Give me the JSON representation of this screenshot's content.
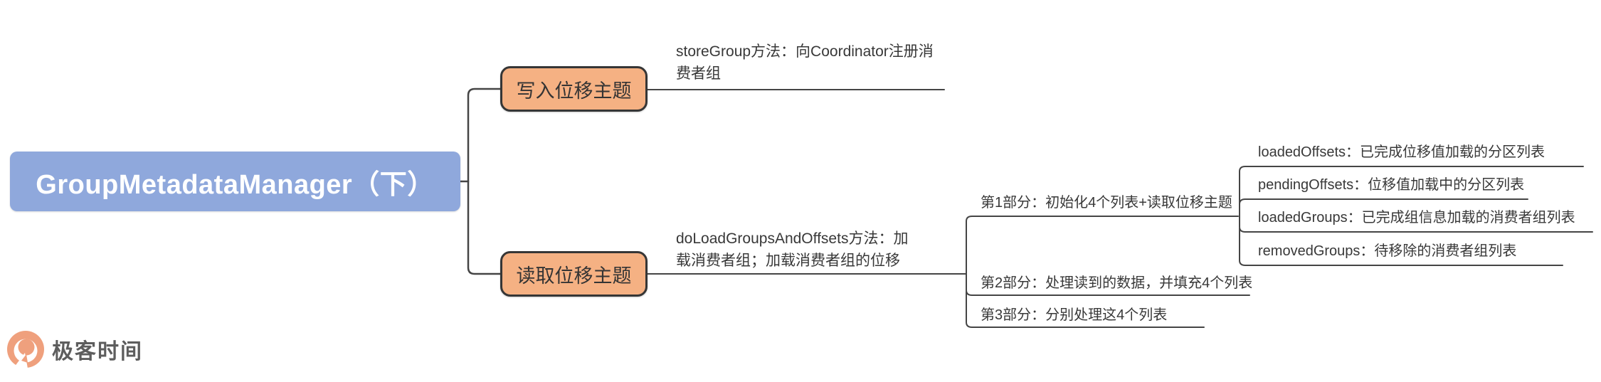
{
  "mindmap": {
    "root": "GroupMetadataManager（下）",
    "write_branch": {
      "topic": "写入位移主题",
      "method": "storeGroup方法：向Coordinator注册消费者组"
    },
    "read_branch": {
      "topic": "读取位移主题",
      "method": "doLoadGroupsAndOffsets方法：加载消费者组；加载消费者组的位移",
      "parts": [
        {
          "label": "第1部分：初始化4个列表+读取位移主题"
        },
        {
          "label": "第2部分：处理读到的数据，并填充4个列表"
        },
        {
          "label": "第3部分：分别处理这4个列表"
        }
      ],
      "lists": [
        {
          "label": "loadedOffsets：已完成位移值加载的分区列表"
        },
        {
          "label": "pendingOffsets：位移值加载中的分区列表"
        },
        {
          "label": "loadedGroups：已完成组信息加载的消费者组列表"
        },
        {
          "label": "removedGroups：待移除的消费者组列表"
        }
      ]
    }
  },
  "footer": {
    "logo_text": "极客时间"
  },
  "colors": {
    "root_bg": "#8FA8DC",
    "branch_bg": "#F5B183",
    "node_border": "#363636",
    "line": "#454545",
    "text": "#3C3C3C",
    "logo_orange": "#EFA07D"
  }
}
